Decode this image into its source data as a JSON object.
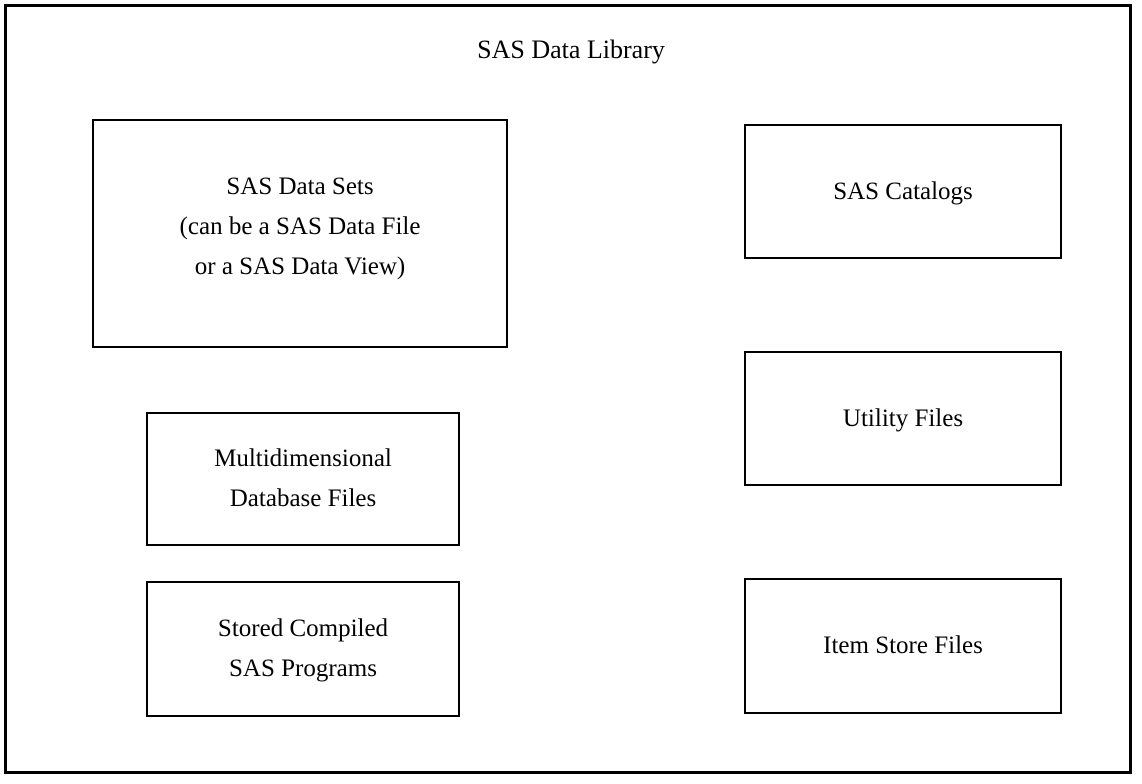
{
  "diagram": {
    "title": "SAS Data Library",
    "nodes": {
      "data_sets": {
        "label": "SAS Data Sets\n(can be a SAS Data File\nor a SAS Data View)"
      },
      "catalogs": {
        "label": "SAS Catalogs"
      },
      "mddb": {
        "label": "Multidimensional\nDatabase Files"
      },
      "utility": {
        "label": "Utility Files"
      },
      "stored": {
        "label": "Stored Compiled\nSAS Programs"
      },
      "item_store": {
        "label": "Item Store Files"
      }
    },
    "colors": {
      "background": "#ffffff",
      "border": "#000000",
      "text": "#000000"
    }
  }
}
